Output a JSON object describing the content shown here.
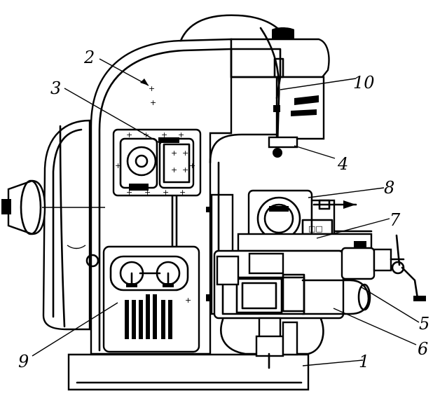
{
  "figure": {
    "labels": [
      {
        "id": "1",
        "text": "1"
      },
      {
        "id": "2",
        "text": "2"
      },
      {
        "id": "3",
        "text": "3"
      },
      {
        "id": "4",
        "text": "4"
      },
      {
        "id": "5",
        "text": "5"
      },
      {
        "id": "6",
        "text": "6"
      },
      {
        "id": "7",
        "text": "7"
      },
      {
        "id": "8",
        "text": "8"
      },
      {
        "id": "9",
        "text": "9"
      },
      {
        "id": "10",
        "text": "10"
      }
    ]
  }
}
